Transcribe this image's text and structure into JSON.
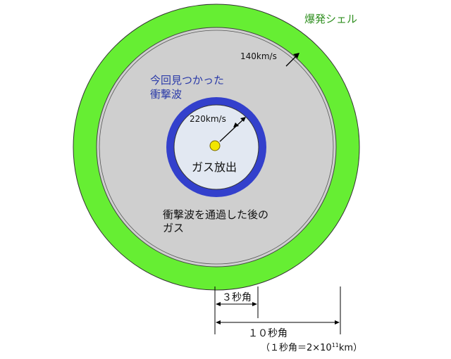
{
  "labels": {
    "explosion_shell": "爆発シェル",
    "outer_velocity": "140km/s",
    "shock_line1": "今回見つかった",
    "shock_line2": "衝撃波",
    "inner_velocity": "220km/s",
    "gas_release": "ガス放出",
    "shocked_gas_line1": "衝撃波を通過した後の",
    "shocked_gas_line2": "ガス",
    "scale_3": "３秒角",
    "scale_10": "１０秒角",
    "scale_note_prefix": "（１秒角＝2×10",
    "scale_note_exp": "11",
    "scale_note_suffix": "km）"
  },
  "colors": {
    "shell": "#66ee33",
    "shocked_gas": "#cfcfcf",
    "shock_wave": "#3340cc",
    "inner_region": "#e2e8f2",
    "star": "#f2e600"
  }
}
